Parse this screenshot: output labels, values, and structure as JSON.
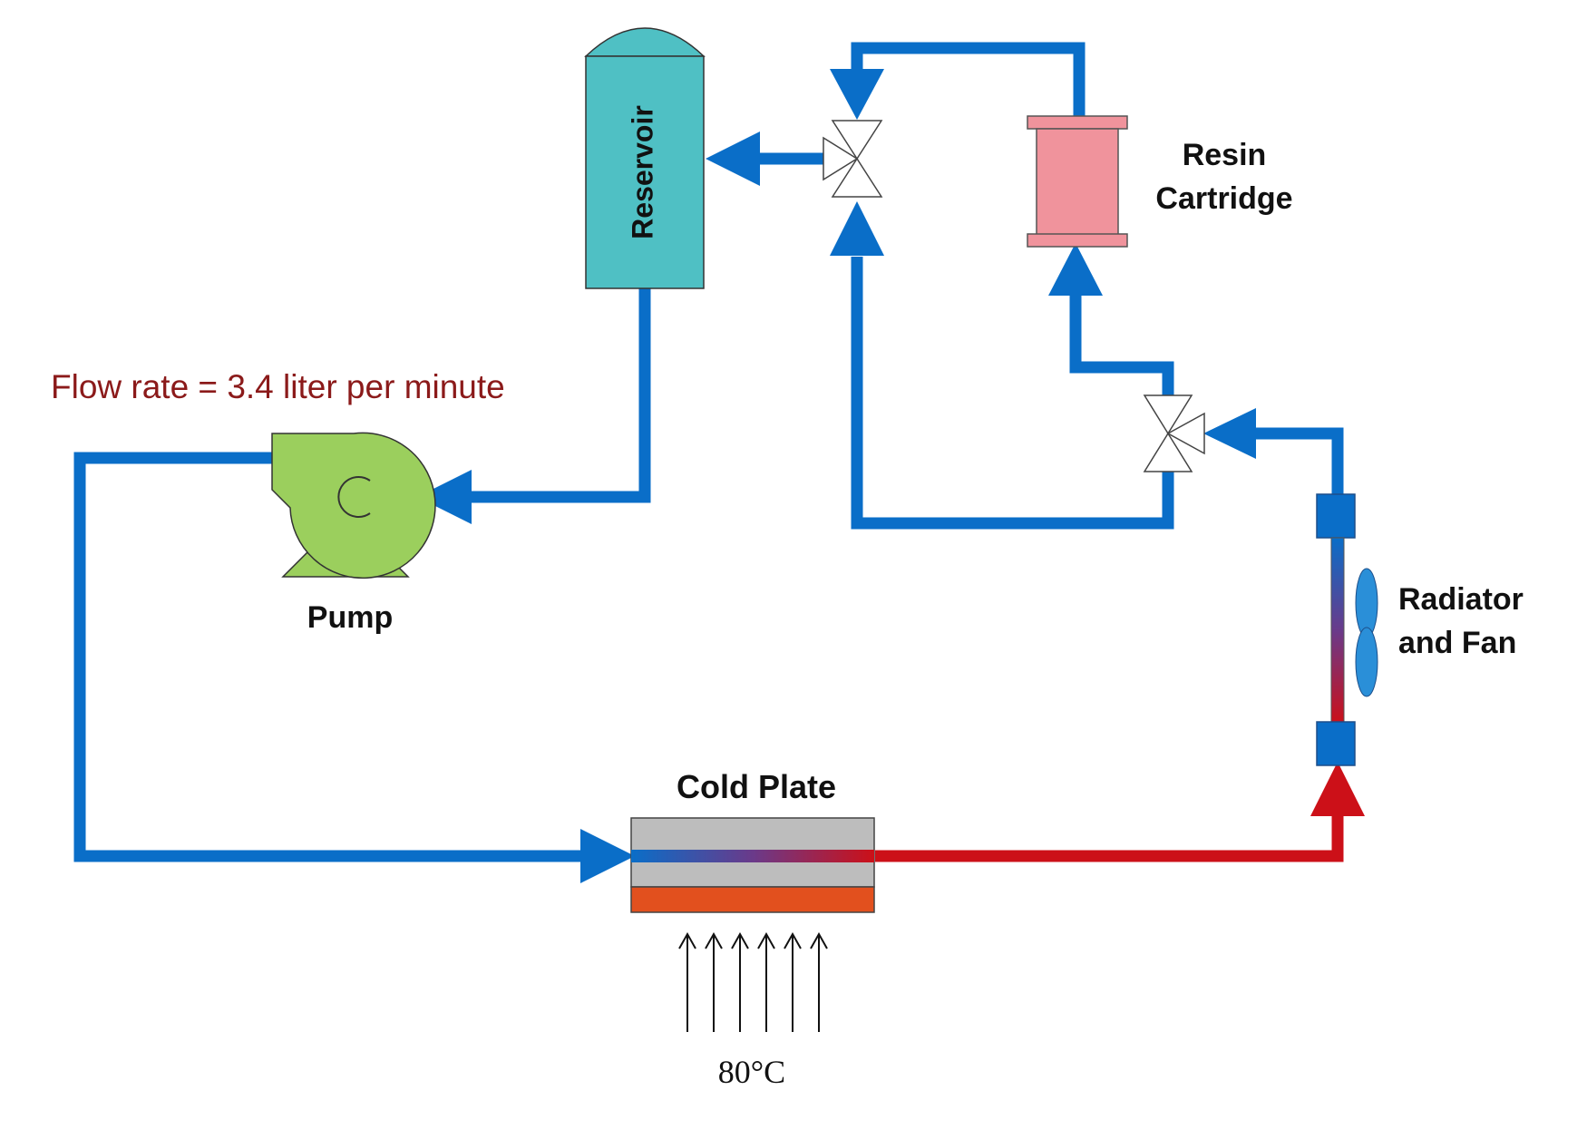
{
  "labels": {
    "reservoir": "Reservoir",
    "resin_line1": "Resin",
    "resin_line2": "Cartridge",
    "flow_rate": "Flow rate = 3.4 liter per minute",
    "pump": "Pump",
    "radiator_line1": "Radiator",
    "radiator_line2": "and Fan",
    "cold_plate": "Cold Plate",
    "temperature": "80°C"
  },
  "colors": {
    "cold_pipe": "#0a6ec8",
    "hot_pipe": "#cc1018",
    "reservoir": "#4fc0c4",
    "resin_cartridge": "#f0939c",
    "pump": "#9bcf5d",
    "cold_plate_body": "#bdbdbd",
    "heater": "#e2501e",
    "flow_text": "#8b1a1a"
  }
}
